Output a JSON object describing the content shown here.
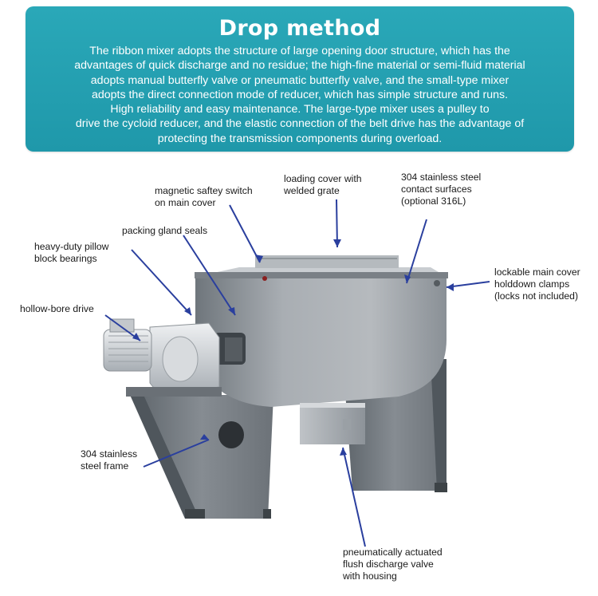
{
  "banner": {
    "title": "Drop method",
    "lines": [
      "The ribbon mixer adopts the structure of large opening  door structure, which has the",
      "advantages of quick discharge and no residue; the high-fine material or  semi-fluid material",
      "adopts manual butterfly valve or pneumatic butterfly valve, and the small-type mixer",
      "adopts the direct connection mode of reducer, which has simple structure and runs.",
      "High reliability and easy  maintenance. The large-type mixer uses a pulley to",
      "drive the cycloid reducer, and the elastic connection  of the belt drive has the advantage of",
      "protecting the  transmission components during overload."
    ]
  },
  "callouts": {
    "magnetic_switch": [
      "magnetic saftey switch",
      "on main cover"
    ],
    "loading_cover": [
      "loading cover with",
      "welded grate"
    ],
    "stainless_contact": [
      "304 stainless steel",
      "contact surfaces",
      "(optional 316L)"
    ],
    "packing_gland": [
      "packing gland seals"
    ],
    "pillow_block": [
      "heavy-duty pillow",
      "block bearings"
    ],
    "lockable_cover": [
      "lockable main cover",
      "holddown clamps",
      "(locks not included)"
    ],
    "hollow_bore": [
      "hollow-bore drive"
    ],
    "steel_frame": [
      "304 stainless",
      "steel frame"
    ],
    "discharge_valve": [
      "pneumatically actuated",
      "flush discharge valve",
      "with housing"
    ]
  },
  "colors": {
    "banner": "#1f98aa",
    "leader": "#2a3f9e",
    "steel": "#8f959b"
  }
}
